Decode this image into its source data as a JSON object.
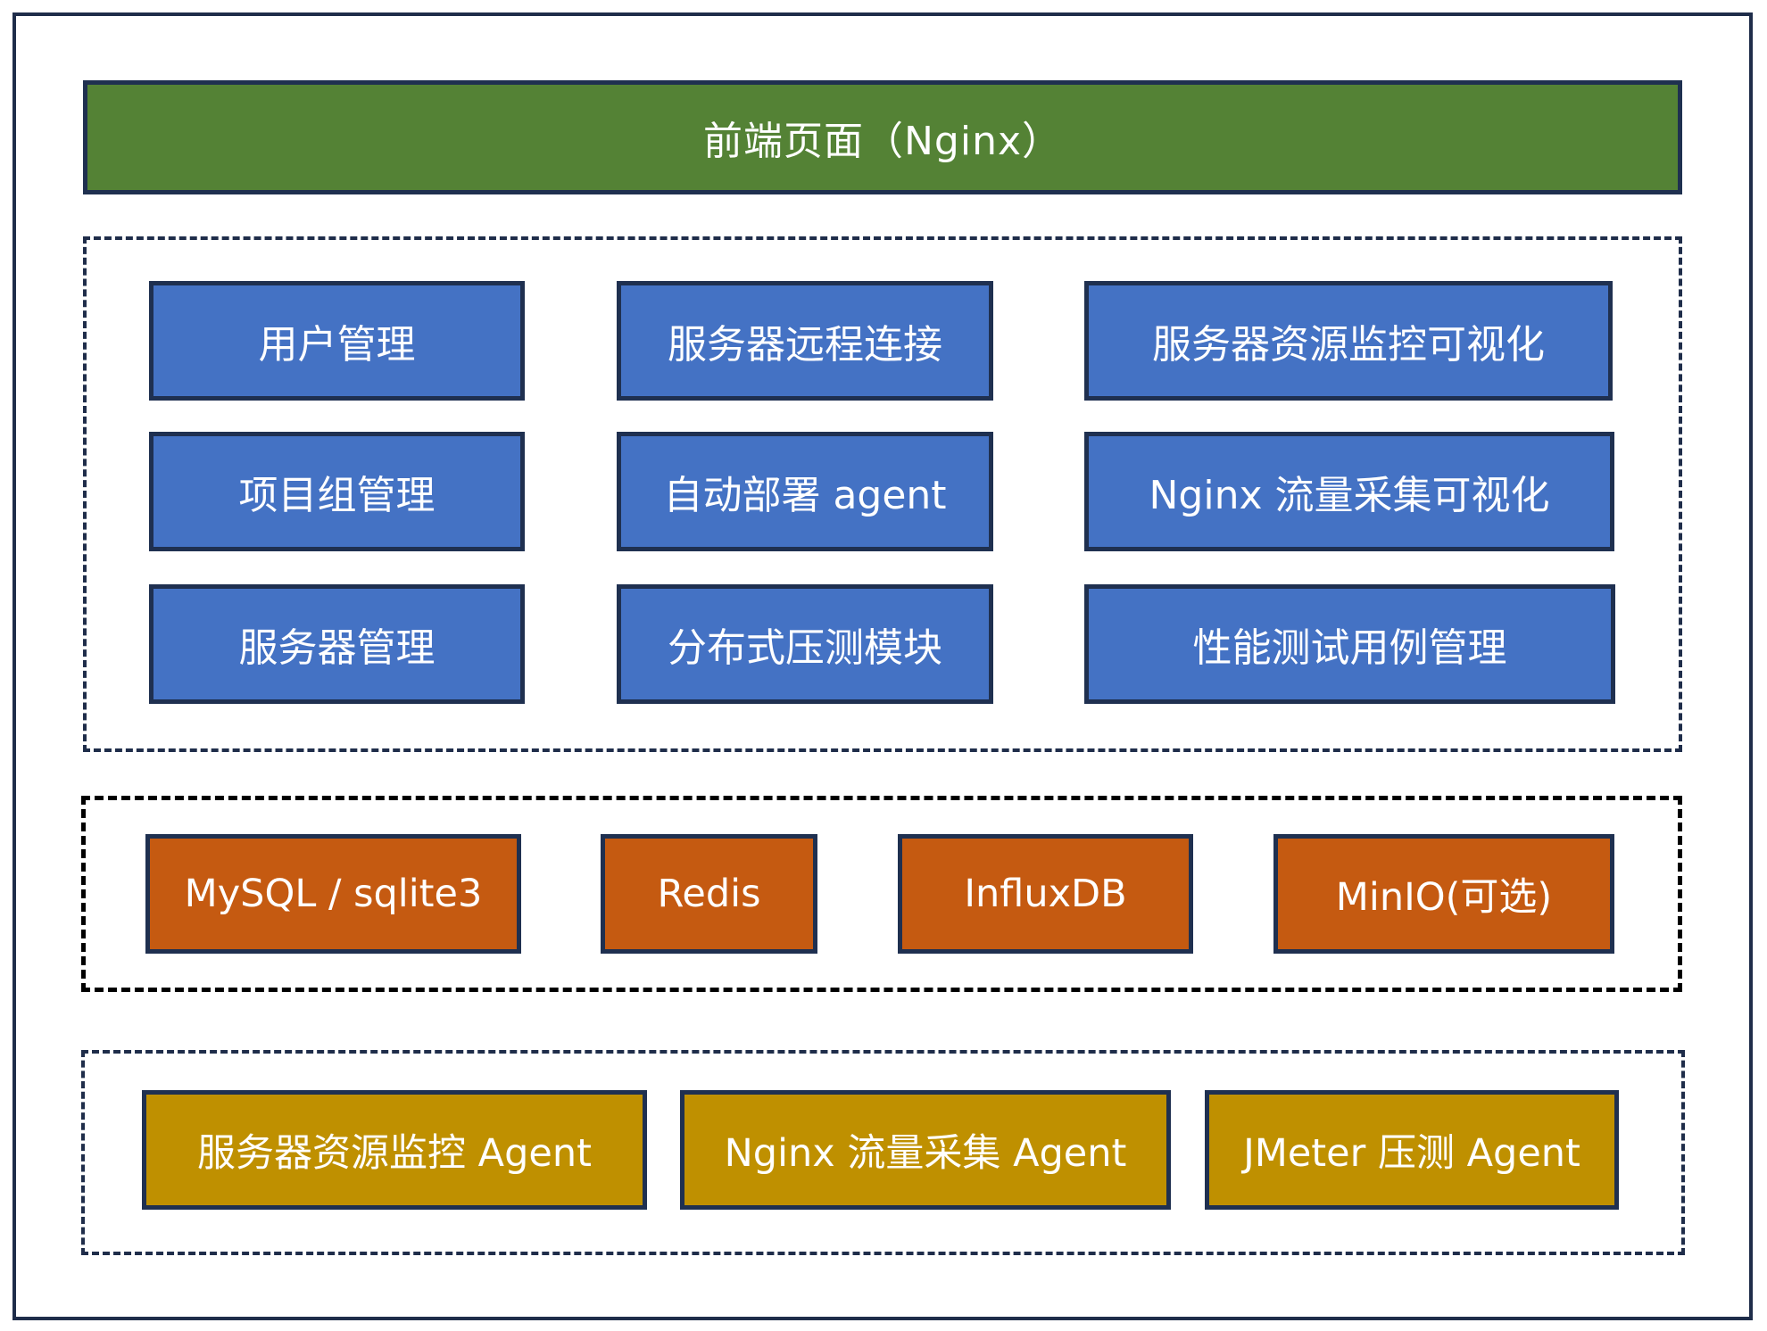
{
  "frontend": {
    "label": "前端页面（Nginx）"
  },
  "services": [
    "用户管理",
    "服务器远程连接",
    "服务器资源监控可视化",
    "项目组管理",
    "自动部署 agent",
    "Nginx 流量采集可视化",
    "服务器管理",
    "分布式压测模块",
    "性能测试用例管理"
  ],
  "storage": [
    "MySQL / sqlite3",
    "Redis",
    "InfluxDB",
    "MinIO(可选)"
  ],
  "agents": [
    "服务器资源监控 Agent",
    "Nginx 流量采集 Agent",
    "JMeter 压测 Agent"
  ],
  "colors": {
    "frontend": "#548235",
    "services": "#4472c4",
    "storage": "#c55a11",
    "agents": "#bf9000",
    "border": "#1f3050"
  }
}
